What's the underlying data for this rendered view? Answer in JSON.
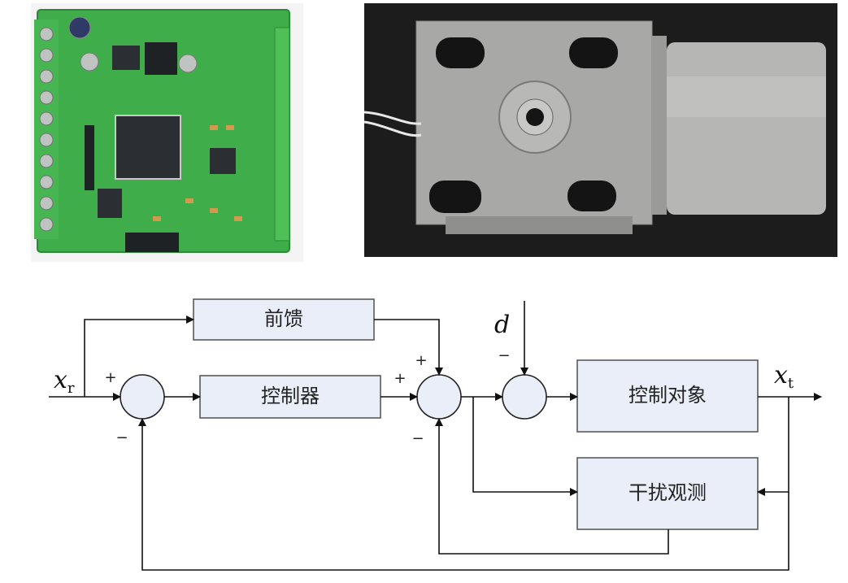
{
  "blocks": {
    "feedforward": "前馈",
    "controller": "控制器",
    "plant": "控制对象",
    "observer": "干扰观测"
  },
  "signals": {
    "reference": "x",
    "reference_sub": "r",
    "output": "x",
    "output_sub": "t",
    "disturbance": "d"
  },
  "signs": {
    "sum1_in": "+",
    "sum1_fb": "−",
    "sum2_ff": "+",
    "sum2_ctrl": "+",
    "sum2_obs": "−",
    "sum3_d": "−"
  }
}
